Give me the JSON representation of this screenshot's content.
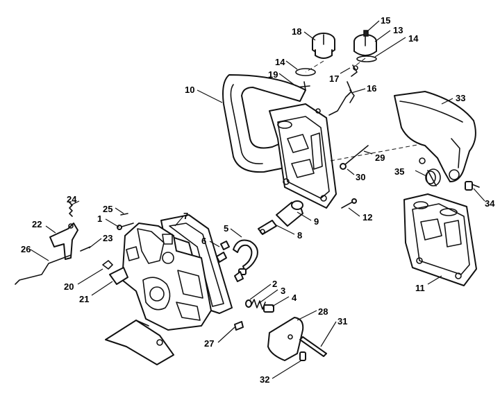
{
  "callouts": [
    {
      "id": "c1",
      "label": "1"
    },
    {
      "id": "c2",
      "label": "2"
    },
    {
      "id": "c3",
      "label": "3"
    },
    {
      "id": "c4",
      "label": "4"
    },
    {
      "id": "c5",
      "label": "5"
    },
    {
      "id": "c6",
      "label": "6"
    },
    {
      "id": "c7",
      "label": "7"
    },
    {
      "id": "c8",
      "label": "8"
    },
    {
      "id": "c9",
      "label": "9"
    },
    {
      "id": "c10",
      "label": "10"
    },
    {
      "id": "c11",
      "label": "11"
    },
    {
      "id": "c12",
      "label": "12"
    },
    {
      "id": "c13",
      "label": "13"
    },
    {
      "id": "c14a",
      "label": "14"
    },
    {
      "id": "c14b",
      "label": "14"
    },
    {
      "id": "c15",
      "label": "15"
    },
    {
      "id": "c16",
      "label": "16"
    },
    {
      "id": "c17",
      "label": "17"
    },
    {
      "id": "c18",
      "label": "18"
    },
    {
      "id": "c19",
      "label": "19"
    },
    {
      "id": "c20",
      "label": "20"
    },
    {
      "id": "c21",
      "label": "21"
    },
    {
      "id": "c22",
      "label": "22"
    },
    {
      "id": "c23",
      "label": "23"
    },
    {
      "id": "c24",
      "label": "24"
    },
    {
      "id": "c25",
      "label": "25"
    },
    {
      "id": "c26",
      "label": "26"
    },
    {
      "id": "c27",
      "label": "27"
    },
    {
      "id": "c28",
      "label": "28"
    },
    {
      "id": "c29",
      "label": "29"
    },
    {
      "id": "c30",
      "label": "30"
    },
    {
      "id": "c31",
      "label": "31"
    },
    {
      "id": "c32",
      "label": "32"
    },
    {
      "id": "c33",
      "label": "33"
    },
    {
      "id": "c34",
      "label": "34"
    },
    {
      "id": "c35",
      "label": "35"
    }
  ]
}
